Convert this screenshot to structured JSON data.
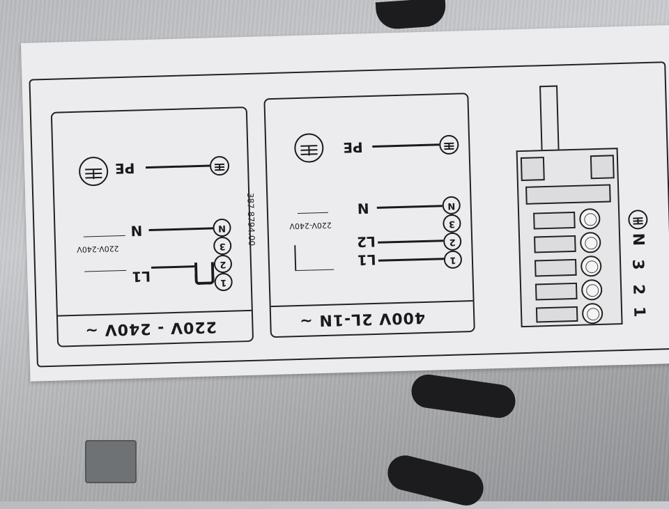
{
  "label": {
    "part_number": "387 8794.00",
    "left_panel": {
      "title": "220V - 240V ~",
      "terminals": [
        "1",
        "2",
        "3",
        "N"
      ],
      "labels": {
        "l1": "L1",
        "n": "N",
        "pe": "PE"
      },
      "voltage": "220V-240V"
    },
    "mid_panel": {
      "title": "400V 2L-1N ~",
      "terminals": [
        "1",
        "2",
        "3",
        "N"
      ],
      "labels": {
        "l1": "L1",
        "l2": "L2",
        "n": "N",
        "pe": "PE"
      },
      "voltage": "220V-240V"
    },
    "terminal_block": {
      "numbers": [
        "1",
        "2",
        "3",
        "N"
      ]
    }
  },
  "colors": {
    "sticker": "#ececee",
    "ink": "#1a1a1a",
    "metal": "#b9bbbe"
  },
  "icons": [
    "earth-ground-icon"
  ]
}
